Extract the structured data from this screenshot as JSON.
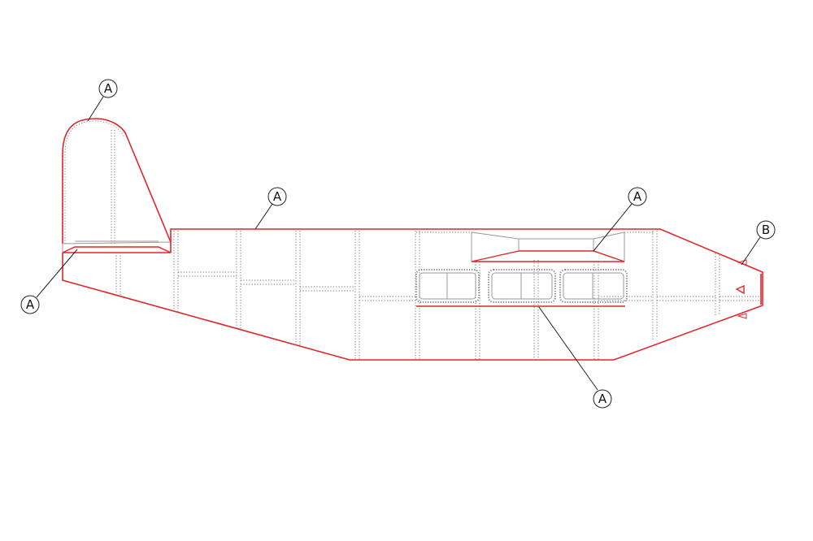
{
  "colors": {
    "outline": "#e0262b",
    "structure": "#9a9a9a",
    "rivet": "#8a8a8a",
    "callout": "#222222",
    "background": "#ffffff"
  },
  "callouts": {
    "a1": "A",
    "a2": "A",
    "a3": "A",
    "a4": "A",
    "a5": "A",
    "b1": "B"
  }
}
